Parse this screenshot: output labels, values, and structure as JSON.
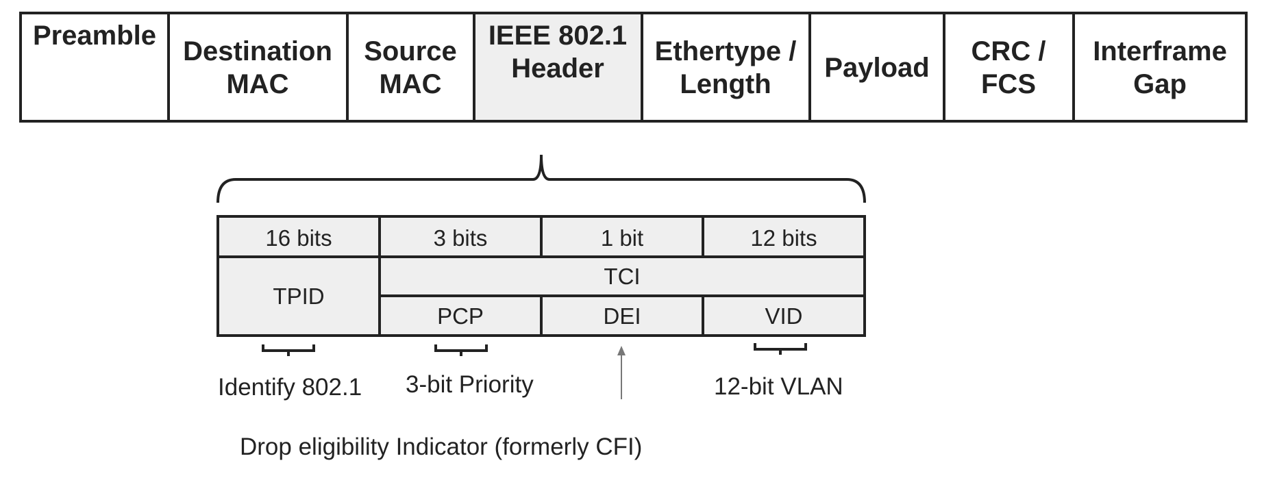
{
  "colors": {
    "line": "#222222",
    "frame_fill": "#ffffff",
    "highlight_fill": "#efefef",
    "tag_fill": "#efefef",
    "arrow": "#777777"
  },
  "frame_fields": [
    {
      "lines": [
        "Preamble"
      ],
      "highlight": false,
      "valign": "top"
    },
    {
      "lines": [
        "Destination",
        "MAC"
      ],
      "highlight": false,
      "valign": "middle"
    },
    {
      "lines": [
        "Source",
        "MAC"
      ],
      "highlight": false,
      "valign": "middle"
    },
    {
      "lines": [
        "IEEE 802.1",
        "Header"
      ],
      "highlight": true,
      "valign": "upper"
    },
    {
      "lines": [
        "Ethertype /",
        "Length"
      ],
      "highlight": false,
      "valign": "middle"
    },
    {
      "lines": [
        "Payload"
      ],
      "highlight": false,
      "valign": "middle"
    },
    {
      "lines": [
        "CRC /",
        "FCS"
      ],
      "highlight": false,
      "valign": "middle"
    },
    {
      "lines": [
        "Interframe",
        "Gap"
      ],
      "highlight": false,
      "valign": "middle"
    }
  ],
  "tag": {
    "bit_sizes": [
      "16 bits",
      "3 bits",
      "1 bit",
      "12 bits"
    ],
    "tpid": "TPID",
    "tci": "TCI",
    "tci_subfields": [
      "PCP",
      "DEI",
      "VID"
    ]
  },
  "annotations": {
    "tpid_note": "Identify 802.1",
    "pcp_note": "3-bit Priority",
    "vid_note": "12-bit VLAN",
    "dei_note": "Drop eligibility Indicator (formerly CFI)"
  }
}
